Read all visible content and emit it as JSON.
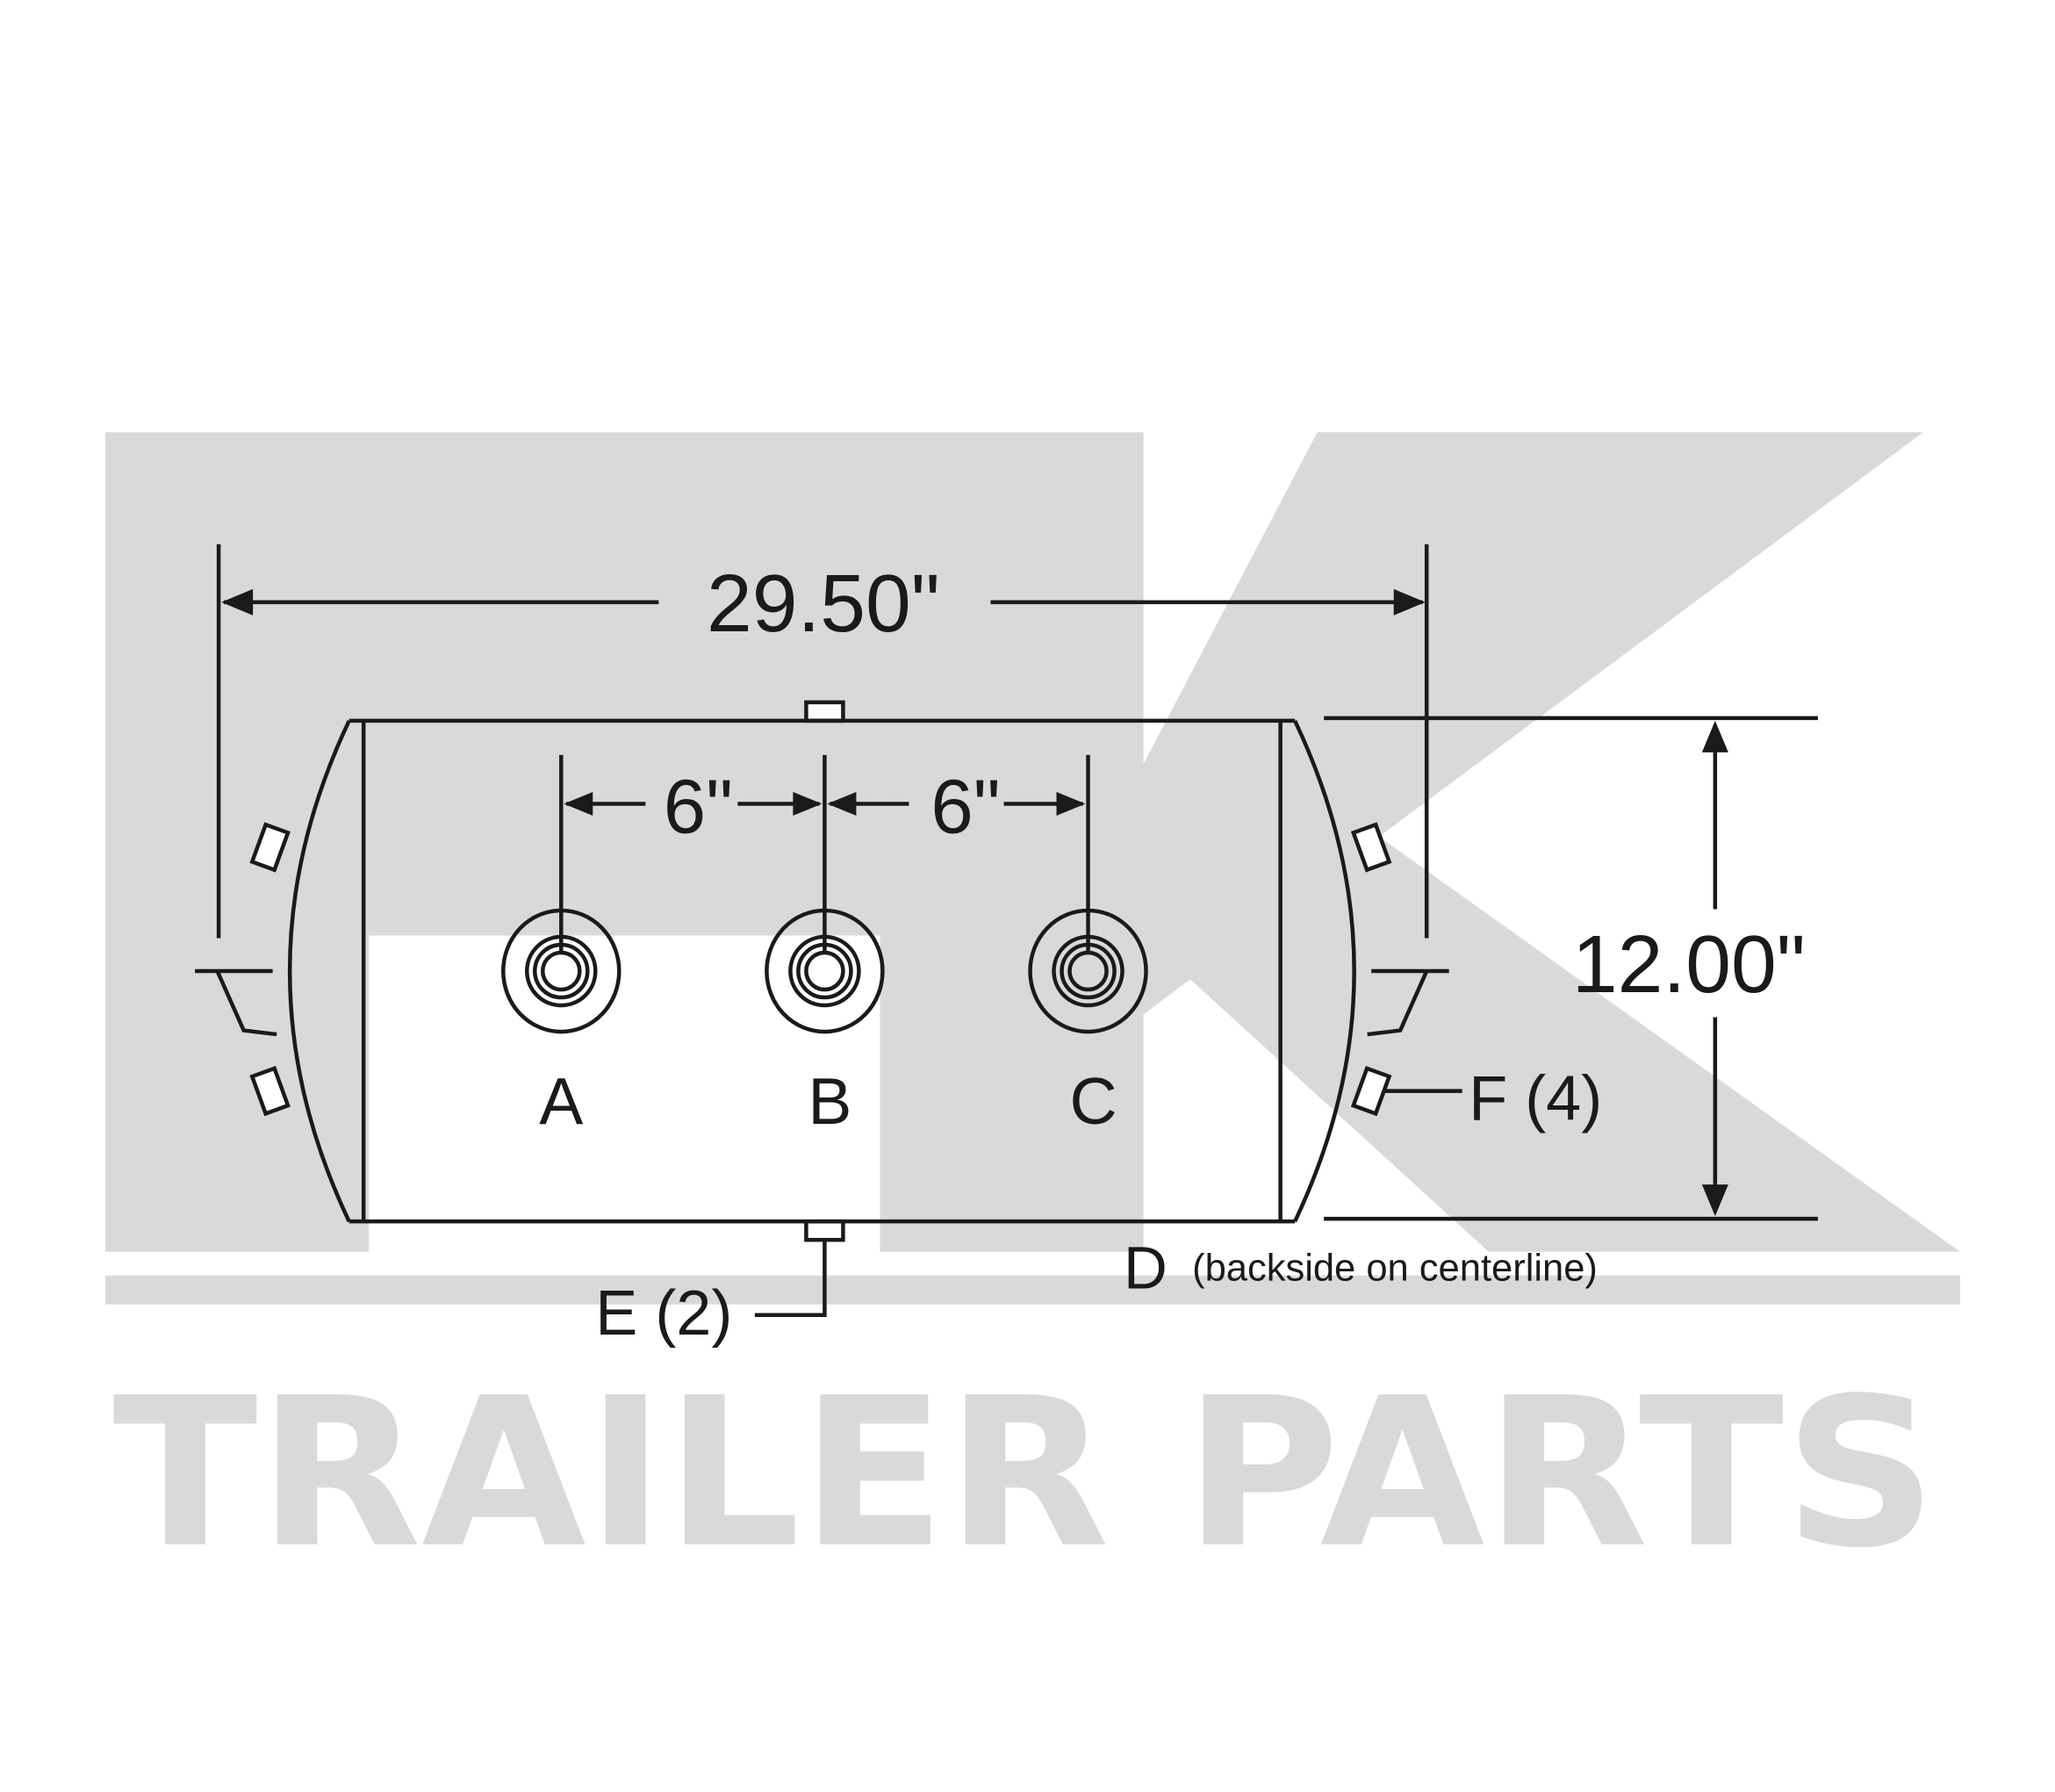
{
  "watermark": {
    "brand": "HK",
    "text": "TRAILER PARTS",
    "color": "#d9d9d9"
  },
  "dimensions": {
    "overall_length": "29.50\"",
    "diameter": "12.00\"",
    "port_spacing_1": "6\"",
    "port_spacing_2": "6\""
  },
  "ports": [
    "A",
    "B",
    "C"
  ],
  "labels": {
    "d": "D",
    "d_note": "(backside on centerline)",
    "e": "E (2)",
    "f": "F (4)"
  },
  "line_color": "#1a1a1a"
}
